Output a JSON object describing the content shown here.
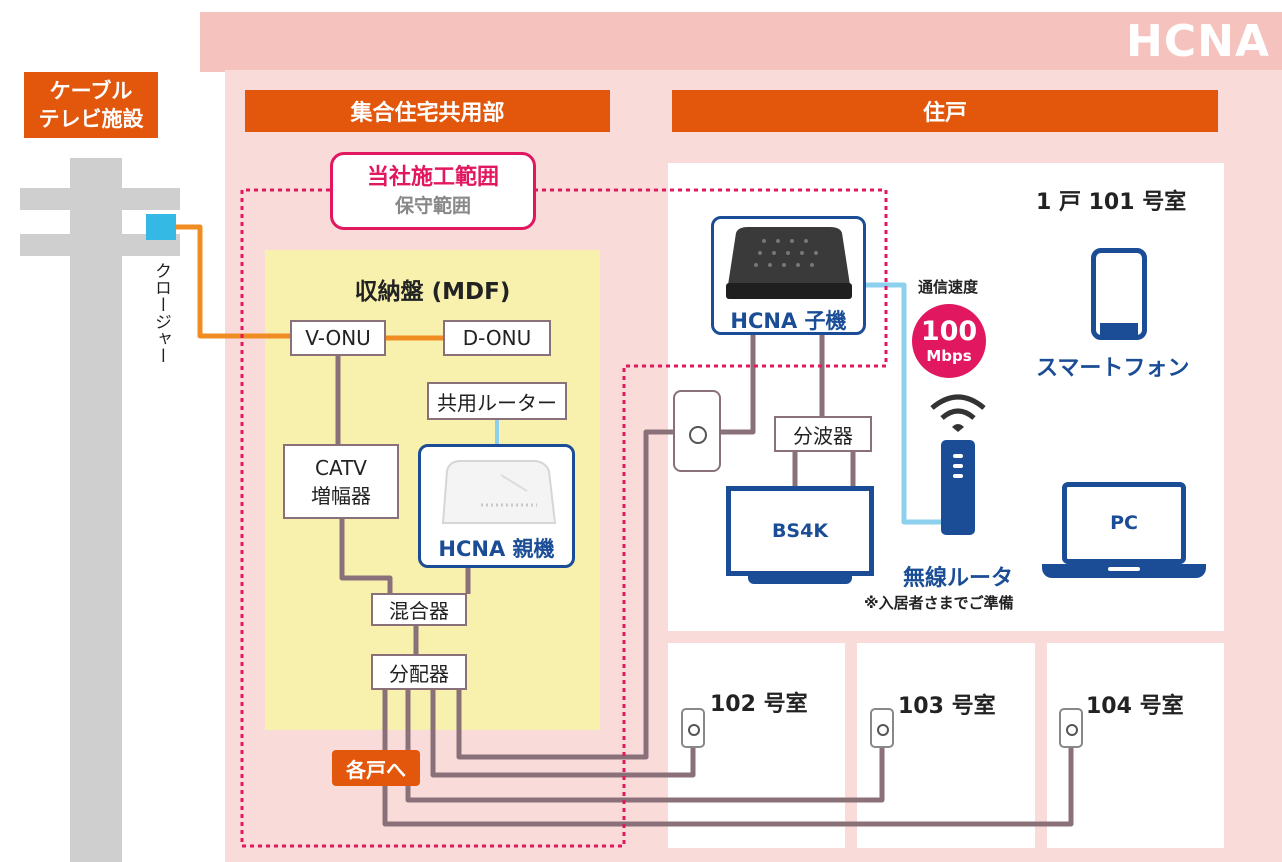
{
  "brand": "HCNA",
  "headers": {
    "cable_facility": [
      "ケーブル",
      "テレビ施設"
    ],
    "common_area": "集合住宅共用部",
    "dwelling": "住戸"
  },
  "closure_label": "クロージャー",
  "scope": {
    "main": "当社施工範囲",
    "sub": "保守範囲"
  },
  "mdf": {
    "title": "収納盤 (MDF)",
    "v_onu": "V-ONU",
    "d_onu": "D-ONU",
    "router": "共用ルーター",
    "catv_amp": [
      "CATV",
      "増幅器"
    ],
    "hcna_parent": "HCNA 親機",
    "mixer": "混合器",
    "distributor": "分配器"
  },
  "to_each_unit": "各戸へ",
  "room101": {
    "title": "1 戸 101 号室",
    "hcna_child": "HCNA 子機",
    "splitter": "分波器",
    "tv": "BS4K",
    "speed_label": "通信速度",
    "speed_value": "100",
    "speed_unit": "Mbps",
    "smartphone": "スマートフォン",
    "pc": "PC",
    "wireless_router": "無線ルータ",
    "note": "※入居者さまでご準備"
  },
  "rooms": [
    "102 号室",
    "103 号室",
    "104 号室"
  ],
  "colors": {
    "brand_bg": "#f5c2bd",
    "area_bg": "#f9dcda",
    "header_orange": "#e3570d",
    "scope_pink": "#e1175f",
    "device_blue": "#1a4d96",
    "mdf_yellow": "#f7f1ad",
    "coax": "#8a7179",
    "fiber": "#f08c22",
    "lan": "#8dd0ee"
  }
}
